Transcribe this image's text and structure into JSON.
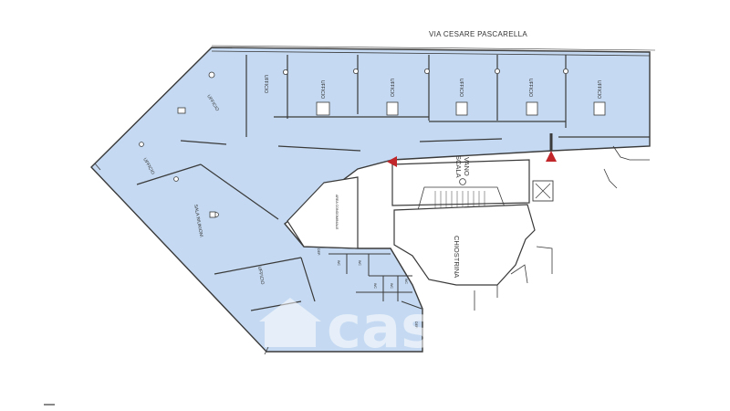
{
  "street": "VIA CESARE PASCARELLA",
  "labels": {
    "ufficio": "UFFICIO",
    "sala_riunioni": "SALA RIUNIONI",
    "area_condominiale": "AREA CONDOMINIALE",
    "vano_scala_1": "VANO",
    "vano_scala_2": "SCALA",
    "chiostrina": "CHIOSTRINA",
    "wc": "WC",
    "dep": "DEP."
  },
  "watermark": "casa.it",
  "colors": {
    "floor_fill": "#c5daf2",
    "wall": "#3a3a3a",
    "entrance_arrow": "#c0262a"
  },
  "icons": {
    "entrance": "entrance-arrow-icon",
    "elevator": "elevator-icon",
    "logo": "casa-house-logo"
  }
}
